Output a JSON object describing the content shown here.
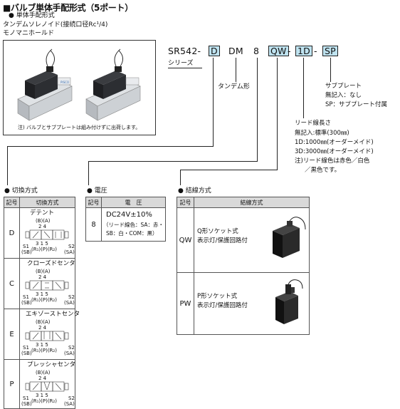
{
  "header": {
    "title": "■バルブ単体手配形式（5ポート）",
    "subtitle": "● 単体手配形式",
    "desc1": "タンデムソレノイド(接続口径Rc¹/4)",
    "desc2": "モノマニホールド"
  },
  "photo": {
    "note": "注) バルブとサブプレートは組み付けずに出荷します。"
  },
  "model_code": {
    "prefix": "SR542-",
    "d": "D",
    "dm": "DM",
    "eight": "8",
    "qw": "QW",
    "dash1": "-",
    "onedee": "1D",
    "dash2": "-",
    "sp": "SP",
    "series_label": "シリーズ",
    "tandem_label": "タンデム形"
  },
  "subplate": {
    "title": "サブプレート",
    "line1": "無記入：なし",
    "line2": "SP：サブプレート付属"
  },
  "lead": {
    "title": "リード線長さ",
    "line1": "無記入:標準(300㎜)",
    "line2": "1D:1000㎜(オーダーメイド)",
    "line3": "3D:3000㎜(オーダーメイド)",
    "line4": "注)リード線色は赤色／白色",
    "line5": "／黒色です。"
  },
  "switching": {
    "section_label": "● 切換方式",
    "col1": "記号",
    "col2": "切換方式",
    "rows": [
      {
        "code": "D",
        "name": "デテント",
        "ab": "(B)(A)",
        "n24": "2 4",
        "n315": "3 1 5",
        "ports": "(R₁)(P)(R₂)",
        "s1": "S1",
        "s2": "S2",
        "sb": "(SB)",
        "sa": "(SA)"
      },
      {
        "code": "C",
        "name": "クローズドセンタ",
        "ab": "(B)(A)",
        "n24": "2 4",
        "n315": "3 1 5",
        "ports": "(R₁)(P)(R₂)",
        "s1": "S1",
        "s2": "S2",
        "sb": "(SB)",
        "sa": "(SA)"
      },
      {
        "code": "E",
        "name": "エキゾーストセンタ",
        "ab": "(B)(A)",
        "n24": "2 4",
        "n315": "3 1 5",
        "ports": "(R₁)(P)(R₂)",
        "s1": "S1",
        "s2": "S2",
        "sb": "(SB)",
        "sa": "(SA)"
      },
      {
        "code": "P",
        "name": "プレッシャセンタ",
        "ab": "(B)(A)",
        "n24": "2 4",
        "n315": "3 1 5",
        "ports": "(R₁)(P)(R₂)",
        "s1": "S1",
        "s2": "S2",
        "sb": "(SB)",
        "sa": "(SA)"
      }
    ]
  },
  "voltage": {
    "section_label": "● 電圧",
    "col1": "記号",
    "col2": "電　圧",
    "code": "8",
    "value": "DC24V±10%",
    "note1": "（リード線色：SA：赤・",
    "note2": "SB：白・COM：黒）"
  },
  "wiring": {
    "section_label": "● 結線方式",
    "col1": "記号",
    "col2": "結線方式",
    "rows": [
      {
        "code": "QW",
        "line1": "Q形ソケット式",
        "line2": "表示灯/保護回路付"
      },
      {
        "code": "PW",
        "line1": "P形ソケット式",
        "line2": "表示灯/保護回路付"
      }
    ]
  },
  "colors": {
    "highlight": "#bfe3f0",
    "header_bg": "#d9d9d9",
    "valve_body": "#c9ccd0"
  }
}
